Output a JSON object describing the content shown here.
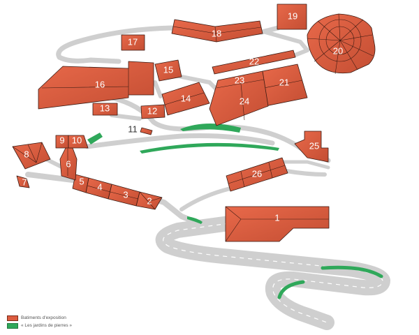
{
  "colors": {
    "building": "#dc5c3f",
    "building_dark": "#b8452c",
    "garden": "#2fa85a",
    "road": "#cfcfcf"
  },
  "legend": {
    "buildings": "Batiments d'exposition",
    "gardens": "« Les jardins de pierres »"
  },
  "buildings": [
    {
      "id": "b1",
      "label": "1"
    },
    {
      "id": "b2",
      "label": "2"
    },
    {
      "id": "b3",
      "label": "3"
    },
    {
      "id": "b4",
      "label": "4"
    },
    {
      "id": "b5",
      "label": "5"
    },
    {
      "id": "b6",
      "label": "6"
    },
    {
      "id": "b7",
      "label": "7"
    },
    {
      "id": "b8",
      "label": "8"
    },
    {
      "id": "b9",
      "label": "9"
    },
    {
      "id": "b10",
      "label": "10"
    },
    {
      "id": "b11",
      "label": "11"
    },
    {
      "id": "b12",
      "label": "12"
    },
    {
      "id": "b13",
      "label": "13"
    },
    {
      "id": "b14",
      "label": "14"
    },
    {
      "id": "b15",
      "label": "15"
    },
    {
      "id": "b16",
      "label": "16"
    },
    {
      "id": "b17",
      "label": "17"
    },
    {
      "id": "b18",
      "label": "18"
    },
    {
      "id": "b19",
      "label": "19"
    },
    {
      "id": "b20",
      "label": "20"
    },
    {
      "id": "b21",
      "label": "21"
    },
    {
      "id": "b22",
      "label": "22"
    },
    {
      "id": "b23",
      "label": "23"
    },
    {
      "id": "b24",
      "label": "24"
    },
    {
      "id": "b25",
      "label": "25"
    },
    {
      "id": "b26",
      "label": "26"
    }
  ]
}
